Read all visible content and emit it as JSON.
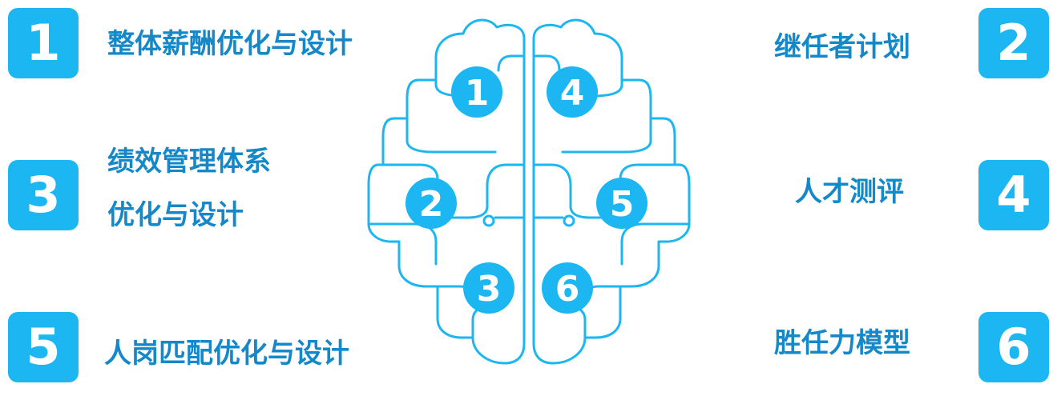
{
  "colors": {
    "accent": "#1cb6f2",
    "label_text": "#1488c8",
    "badge_text": "#ffffff"
  },
  "left_items": [
    {
      "number": "1",
      "label": "整体薪酬优化与设计"
    },
    {
      "number": "3",
      "label_line1": "绩效管理体系",
      "label_line2": "优化与设计"
    },
    {
      "number": "5",
      "label": "人岗匹配优化与设计"
    }
  ],
  "right_items": [
    {
      "number": "2",
      "label": "继任者计划"
    },
    {
      "number": "4",
      "label": "人才测评"
    },
    {
      "number": "6",
      "label": "胜任力模型"
    }
  ],
  "brain_nodes": [
    "1",
    "4",
    "2",
    "5",
    "3",
    "6"
  ]
}
